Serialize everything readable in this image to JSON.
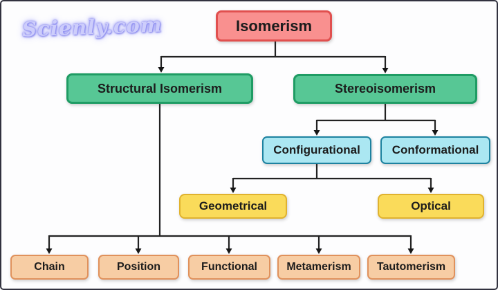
{
  "watermark": {
    "text": "Scienly.com",
    "color": "#9b9bf5"
  },
  "palette": {
    "root_fill": "#f9908f",
    "root_border": "#e1504f",
    "branch_fill": "#57c795",
    "branch_border": "#1f9c64",
    "stereo_child_fill": "#abe7f2",
    "stereo_child_border": "#1d82a0",
    "config_child_fill": "#fadb5a",
    "config_child_border": "#e0b22e",
    "structural_child_fill": "#f7cda4",
    "structural_child_border": "#e0915c",
    "line_color": "#222222",
    "background": "#fdfdfe"
  },
  "tree": {
    "label": "Isomerism",
    "children": [
      {
        "label": "Structural Isomerism",
        "children": [
          {
            "label": "Chain"
          },
          {
            "label": "Position"
          },
          {
            "label": "Functional"
          },
          {
            "label": "Metamerism"
          },
          {
            "label": "Tautomerism"
          }
        ]
      },
      {
        "label": "Stereoisomerism",
        "children": [
          {
            "label": "Configurational",
            "children": [
              {
                "label": "Geometrical"
              },
              {
                "label": "Optical"
              }
            ]
          },
          {
            "label": "Conformational"
          }
        ]
      }
    ]
  }
}
